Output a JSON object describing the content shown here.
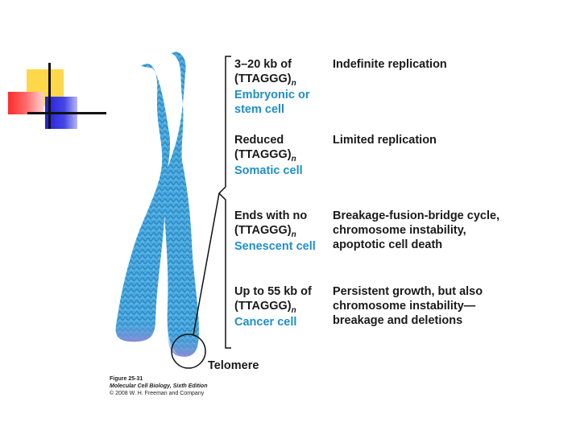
{
  "rows": [
    {
      "condition_line1": "3–20 kb of",
      "condition_line2": "(TTAGGG)",
      "subscript": "n",
      "cell_line1": "Embryonic or",
      "cell_line2": "stem cell",
      "outcome": "Indefinite replication"
    },
    {
      "condition_line1": "Reduced",
      "condition_line2": "(TTAGGG)",
      "subscript": "n",
      "cell_line1": "Somatic cell",
      "outcome": "Limited replication"
    },
    {
      "condition_line1": "Ends with no",
      "condition_line2": "(TTAGGG)",
      "subscript": "n",
      "cell_line1": "Senescent cell",
      "outcome": "Breakage-fusion-bridge cycle, chromosome instability, apoptotic cell death"
    },
    {
      "condition_line1": "Up to 55 kb of",
      "condition_line2": "(TTAGGG)",
      "subscript": "n",
      "cell_line1": "Cancer cell",
      "outcome": "Persistent growth, but also chromosome instability—breakage and deletions"
    }
  ],
  "telomere_label": "Telomere",
  "figure": {
    "number": "Figure 25-31",
    "book": "Molecular Cell Biology, Sixth Edition",
    "credit": "© 2008 W. H. Freeman and Company"
  },
  "colors": {
    "chromatid_fill": "#4aa9de",
    "chromatid_texture": "#1f78b8",
    "cell_label": "#1f8fc9",
    "telomere_tip": "#8a8ad6"
  }
}
